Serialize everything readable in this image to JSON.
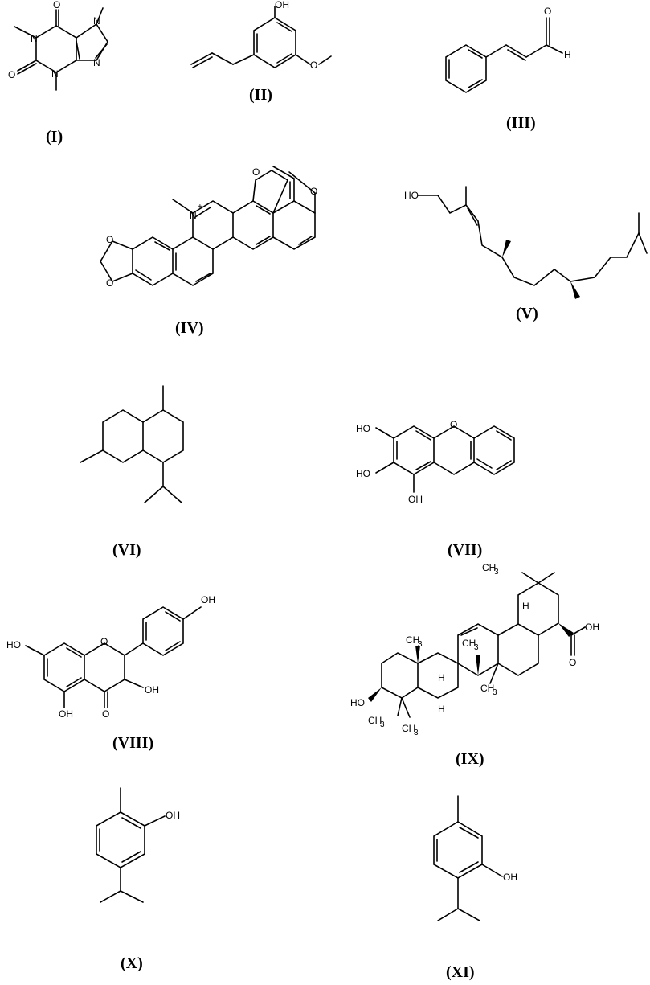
{
  "figure": {
    "labels": {
      "I": "(I)",
      "II": "(II)",
      "III": "(III)",
      "IV": "(IV)",
      "V": "(V)",
      "VI": "(VI)",
      "VII": "(VII)",
      "VIII": "(VIII)",
      "IX": "(IX)",
      "X": "(X)",
      "XI": "(XI)"
    },
    "atoms": {
      "O": "O",
      "N": "N",
      "Nplus": "N",
      "plus": "+",
      "H": "H",
      "OH": "OH",
      "HO": "HO",
      "CH3": "CH",
      "sub3": "3"
    }
  }
}
